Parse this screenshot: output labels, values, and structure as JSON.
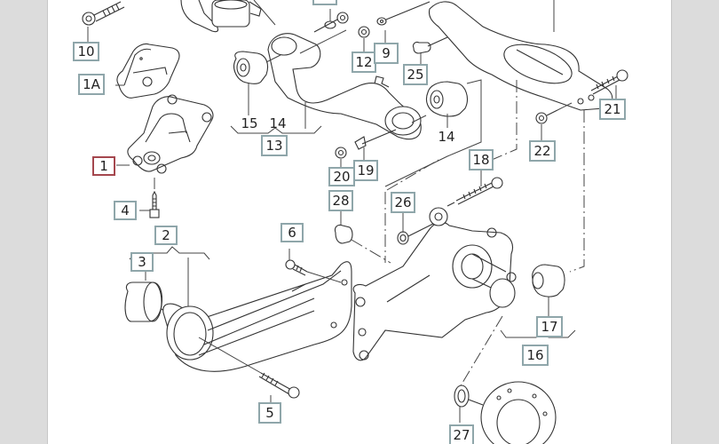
{
  "viewer": {
    "background_color": "#dcdcdc",
    "page_color": "#ffffff"
  },
  "diagram": {
    "title": "Rear axle suspension exploded parts diagram",
    "callout_border_color": "#8fa6aa",
    "selected_border_color": "#a5474e",
    "selected_callout": "1",
    "callouts": [
      {
        "id": "10",
        "label": "10"
      },
      {
        "id": "1A",
        "label": "1A"
      },
      {
        "id": "1",
        "label": "1"
      },
      {
        "id": "4",
        "label": "4"
      },
      {
        "id": "2",
        "label": "2"
      },
      {
        "id": "3",
        "label": "3"
      },
      {
        "id": "6",
        "label": "6"
      },
      {
        "id": "5",
        "label": "5"
      },
      {
        "id": "15",
        "label": "15"
      },
      {
        "id": "14a",
        "label": "14"
      },
      {
        "id": "13",
        "label": "13"
      },
      {
        "id": "12",
        "label": "12"
      },
      {
        "id": "9",
        "label": "9"
      },
      {
        "id": "25",
        "label": "25"
      },
      {
        "id": "14b",
        "label": "14"
      },
      {
        "id": "20",
        "label": "20"
      },
      {
        "id": "19",
        "label": "19"
      },
      {
        "id": "28",
        "label": "28"
      },
      {
        "id": "26",
        "label": "26"
      },
      {
        "id": "18",
        "label": "18"
      },
      {
        "id": "21",
        "label": "21"
      },
      {
        "id": "22",
        "label": "22"
      },
      {
        "id": "17",
        "label": "17"
      },
      {
        "id": "16",
        "label": "16"
      },
      {
        "id": "27",
        "label": "27"
      },
      {
        "id": "top",
        "label": ""
      }
    ]
  }
}
